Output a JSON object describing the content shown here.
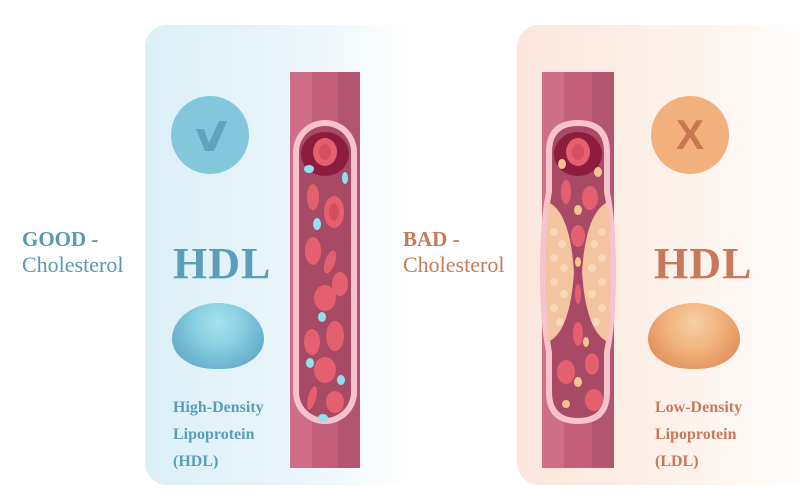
{
  "good": {
    "side_label_line1": "GOOD -",
    "side_label_line2": "Cholesterol",
    "badge_symbol": "check-mark",
    "acronym": "HDL",
    "description_lines": [
      "High-Density",
      "Lipoprotein",
      "(HDL)"
    ],
    "vessel_state": "clear artery with blood cells",
    "colors": {
      "text": "#5a9eb9",
      "badge": "#84c7dc",
      "panel": "#dceff7"
    }
  },
  "bad": {
    "side_label_line1": "BAD -",
    "side_label_line2": "Cholesterol",
    "badge_symbol": "X",
    "acronym": "HDL",
    "description_lines": [
      "Low-Density",
      "Lipoprotein",
      "(LDL)"
    ],
    "vessel_state": "artery narrowed by plaque",
    "colors": {
      "text": "#c9785a",
      "badge": "#f2b07d",
      "panel": "#fbe6dc"
    }
  }
}
